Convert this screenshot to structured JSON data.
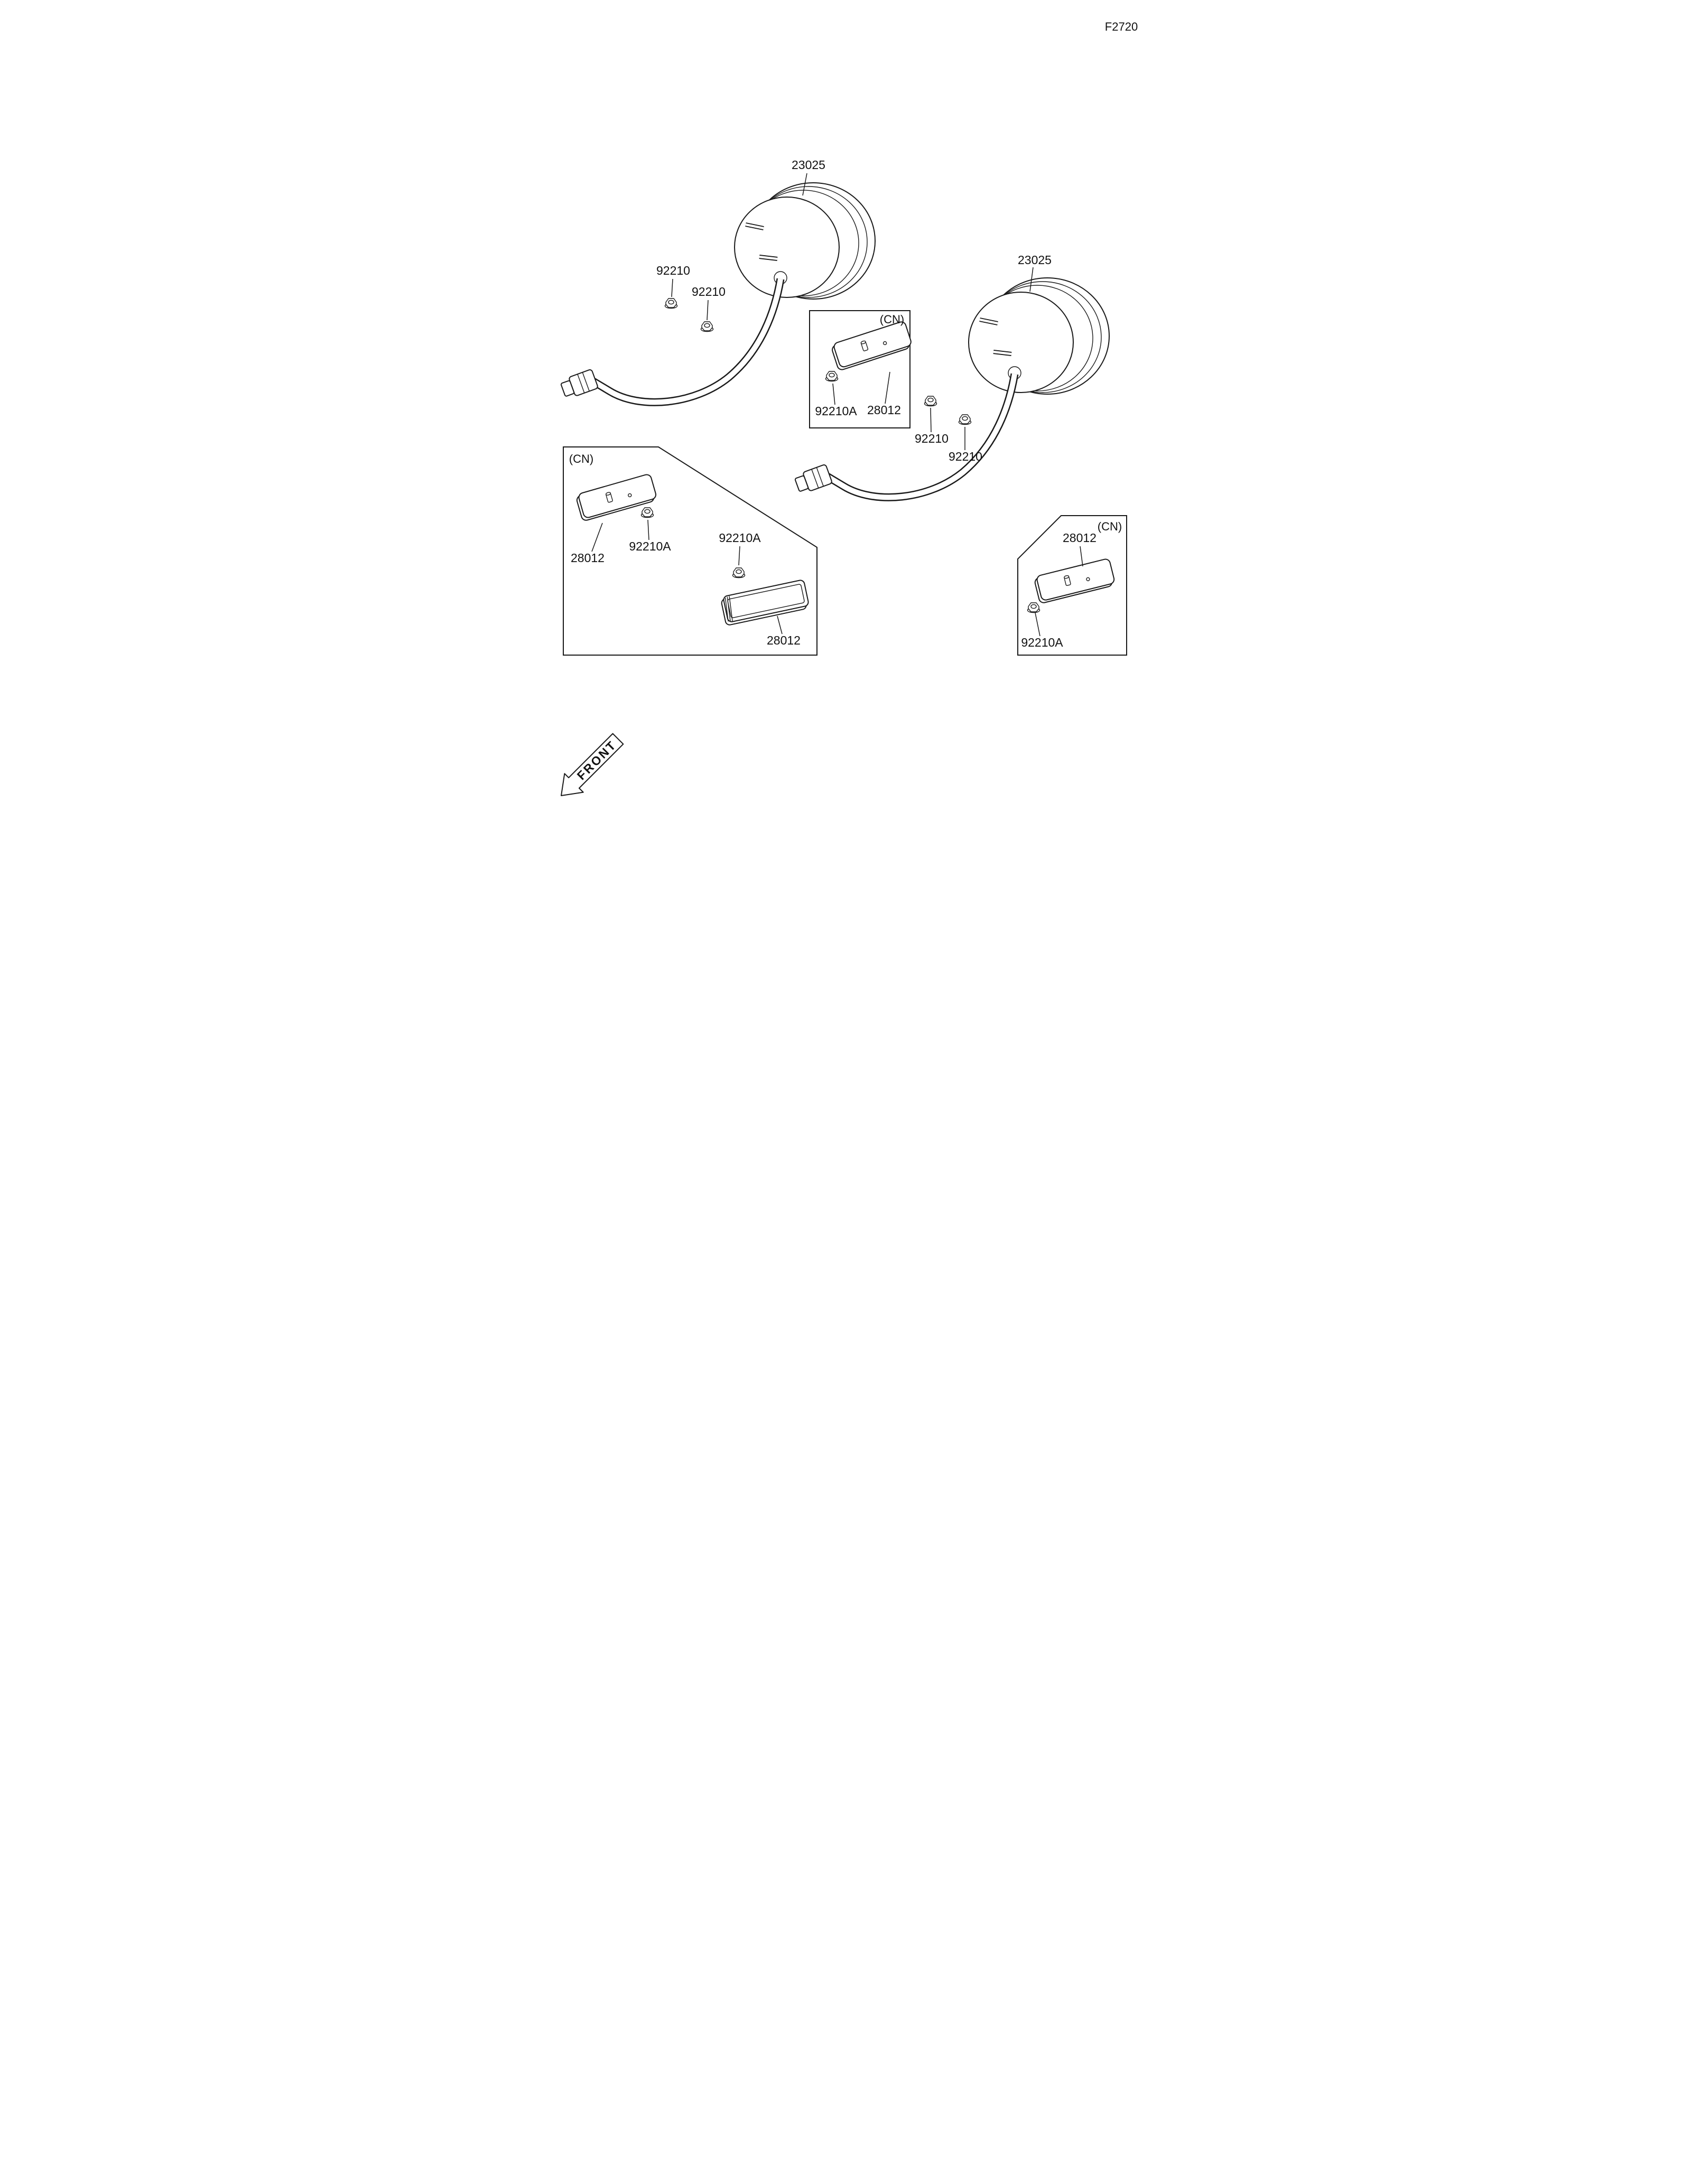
{
  "figure": {
    "code": "F2720"
  },
  "part_numbers": {
    "lamp": "23025",
    "nut": "92210",
    "nut_a": "92210A",
    "reflector": "28012"
  },
  "annotations": {
    "cn": "(CN)",
    "front": "FRONT"
  },
  "colors": {
    "line": "#1a1a1a",
    "background": "#ffffff"
  }
}
